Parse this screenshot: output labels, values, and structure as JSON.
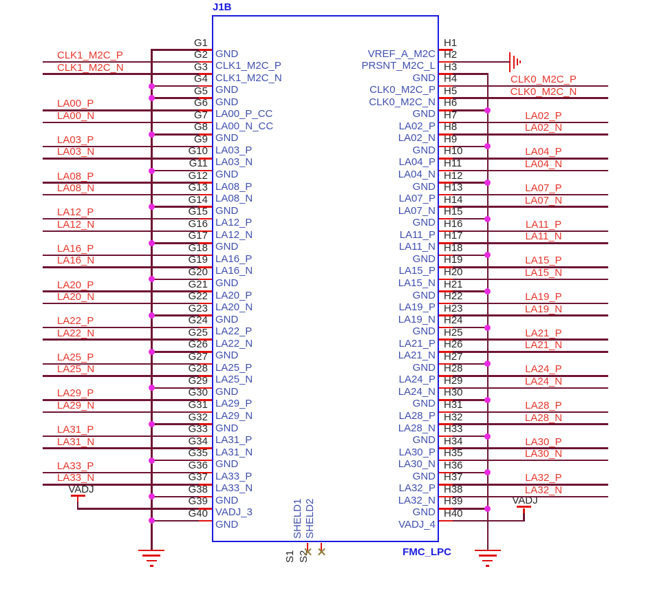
{
  "connector": {
    "refdes": "J1B",
    "part": "FMC_LPC",
    "vadj_left": "VADJ",
    "vadj_right": "VADJ",
    "shield_pins": [
      {
        "n": "S1",
        "name": "SHELD1"
      },
      {
        "n": "S2",
        "name": "SHELD2"
      }
    ],
    "left_pins": [
      {
        "n": "G1",
        "name": "GND",
        "conn": "bus",
        "dot": false
      },
      {
        "n": "G2",
        "name": "CLK1_M2C_P",
        "net": "CLK1_M2C_P",
        "conn": "edge"
      },
      {
        "n": "G3",
        "name": "CLK1_M2C_N",
        "net": "CLK1_M2C_N",
        "conn": "edge"
      },
      {
        "n": "G4",
        "name": "GND",
        "conn": "bus",
        "dot": true
      },
      {
        "n": "G5",
        "name": "GND",
        "conn": "bus",
        "dot": true
      },
      {
        "n": "G6",
        "name": "LA00_P_CC",
        "net": "LA00_P",
        "conn": "edge"
      },
      {
        "n": "G7",
        "name": "LA00_N_CC",
        "net": "LA00_N",
        "conn": "edge"
      },
      {
        "n": "G8",
        "name": "GND",
        "conn": "bus",
        "dot": true
      },
      {
        "n": "G9",
        "name": "LA03_P",
        "net": "LA03_P",
        "conn": "edge"
      },
      {
        "n": "G10",
        "name": "LA03_N",
        "net": "LA03_N",
        "conn": "edge"
      },
      {
        "n": "G11",
        "name": "GND",
        "conn": "bus",
        "dot": true
      },
      {
        "n": "G12",
        "name": "LA08_P",
        "net": "LA08_P",
        "conn": "edge"
      },
      {
        "n": "G13",
        "name": "LA08_N",
        "net": "LA08_N",
        "conn": "edge"
      },
      {
        "n": "G14",
        "name": "GND",
        "conn": "bus",
        "dot": true
      },
      {
        "n": "G15",
        "name": "LA12_P",
        "net": "LA12_P",
        "conn": "edge"
      },
      {
        "n": "G16",
        "name": "LA12_N",
        "net": "LA12_N",
        "conn": "edge"
      },
      {
        "n": "G17",
        "name": "GND",
        "conn": "bus",
        "dot": true
      },
      {
        "n": "G18",
        "name": "LA16_P",
        "net": "LA16_P",
        "conn": "edge"
      },
      {
        "n": "G19",
        "name": "LA16_N",
        "net": "LA16_N",
        "conn": "edge"
      },
      {
        "n": "G20",
        "name": "GND",
        "conn": "bus",
        "dot": true
      },
      {
        "n": "G21",
        "name": "LA20_P",
        "net": "LA20_P",
        "conn": "edge"
      },
      {
        "n": "G22",
        "name": "LA20_N",
        "net": "LA20_N",
        "conn": "edge"
      },
      {
        "n": "G23",
        "name": "GND",
        "conn": "bus",
        "dot": true
      },
      {
        "n": "G24",
        "name": "LA22_P",
        "net": "LA22_P",
        "conn": "edge"
      },
      {
        "n": "G25",
        "name": "LA22_N",
        "net": "LA22_N",
        "conn": "edge"
      },
      {
        "n": "G26",
        "name": "GND",
        "conn": "bus",
        "dot": true
      },
      {
        "n": "G27",
        "name": "LA25_P",
        "net": "LA25_P",
        "conn": "edge"
      },
      {
        "n": "G28",
        "name": "LA25_N",
        "net": "LA25_N",
        "conn": "edge"
      },
      {
        "n": "G29",
        "name": "GND",
        "conn": "bus",
        "dot": true
      },
      {
        "n": "G30",
        "name": "LA29_P",
        "net": "LA29_P",
        "conn": "edge"
      },
      {
        "n": "G31",
        "name": "LA29_N",
        "net": "LA29_N",
        "conn": "edge"
      },
      {
        "n": "G32",
        "name": "GND",
        "conn": "bus",
        "dot": true
      },
      {
        "n": "G33",
        "name": "LA31_P",
        "net": "LA31_P",
        "conn": "edge"
      },
      {
        "n": "G34",
        "name": "LA31_N",
        "net": "LA31_N",
        "conn": "edge"
      },
      {
        "n": "G35",
        "name": "GND",
        "conn": "bus",
        "dot": true
      },
      {
        "n": "G36",
        "name": "LA33_P",
        "net": "LA33_P",
        "conn": "edge"
      },
      {
        "n": "G37",
        "name": "LA33_N",
        "net": "LA33_N",
        "conn": "edge"
      },
      {
        "n": "G38",
        "name": "GND",
        "conn": "bus",
        "dot": true
      },
      {
        "n": "G39",
        "name": "VADJ_3",
        "conn": "vadj"
      },
      {
        "n": "G40",
        "name": "GND",
        "conn": "bus",
        "dot": true
      }
    ],
    "right_pins": [
      {
        "n": "H1",
        "name": "VREF_A_M2C",
        "conn": "none"
      },
      {
        "n": "H2",
        "name": "PRSNT_M2C_L",
        "conn": "chassis"
      },
      {
        "n": "H3",
        "name": "GND",
        "conn": "bus",
        "dot": false
      },
      {
        "n": "H4",
        "name": "CLK0_M2C_P",
        "net": "CLK0_M2C_P",
        "conn": "edge"
      },
      {
        "n": "H5",
        "name": "CLK0_M2C_N",
        "net": "CLK0_M2C_N",
        "conn": "edge"
      },
      {
        "n": "H6",
        "name": "GND",
        "conn": "bus",
        "dot": true
      },
      {
        "n": "H7",
        "name": "LA02_P",
        "net": "LA02_P",
        "conn": "edge"
      },
      {
        "n": "H8",
        "name": "LA02_N",
        "net": "LA02_N",
        "conn": "edge"
      },
      {
        "n": "H9",
        "name": "GND",
        "conn": "bus",
        "dot": true
      },
      {
        "n": "H10",
        "name": "LA04_P",
        "net": "LA04_P",
        "conn": "edge"
      },
      {
        "n": "H11",
        "name": "LA04_N",
        "net": "LA04_N",
        "conn": "edge"
      },
      {
        "n": "H12",
        "name": "GND",
        "conn": "bus",
        "dot": true
      },
      {
        "n": "H13",
        "name": "LA07_P",
        "net": "LA07_P",
        "conn": "edge"
      },
      {
        "n": "H14",
        "name": "LA07_N",
        "net": "LA07_N",
        "conn": "edge"
      },
      {
        "n": "H15",
        "name": "GND",
        "conn": "bus",
        "dot": true
      },
      {
        "n": "H16",
        "name": "LA11_P",
        "net": "LA11_P",
        "conn": "edge"
      },
      {
        "n": "H17",
        "name": "LA11_N",
        "net": "LA11_N",
        "conn": "edge"
      },
      {
        "n": "H18",
        "name": "GND",
        "conn": "bus",
        "dot": true
      },
      {
        "n": "H19",
        "name": "LA15_P",
        "net": "LA15_P",
        "conn": "edge"
      },
      {
        "n": "H20",
        "name": "LA15_N",
        "net": "LA15_N",
        "conn": "edge"
      },
      {
        "n": "H21",
        "name": "GND",
        "conn": "bus",
        "dot": true
      },
      {
        "n": "H22",
        "name": "LA19_P",
        "net": "LA19_P",
        "conn": "edge"
      },
      {
        "n": "H23",
        "name": "LA19_N",
        "net": "LA19_N",
        "conn": "edge"
      },
      {
        "n": "H24",
        "name": "GND",
        "conn": "bus",
        "dot": true
      },
      {
        "n": "H25",
        "name": "LA21_P",
        "net": "LA21_P",
        "conn": "edge"
      },
      {
        "n": "H26",
        "name": "LA21_N",
        "net": "LA21_N",
        "conn": "edge"
      },
      {
        "n": "H27",
        "name": "GND",
        "conn": "bus",
        "dot": true
      },
      {
        "n": "H28",
        "name": "LA24_P",
        "net": "LA24_P",
        "conn": "edge"
      },
      {
        "n": "H29",
        "name": "LA24_N",
        "net": "LA24_N",
        "conn": "edge"
      },
      {
        "n": "H30",
        "name": "GND",
        "conn": "bus",
        "dot": true
      },
      {
        "n": "H31",
        "name": "LA28_P",
        "net": "LA28_P",
        "conn": "edge"
      },
      {
        "n": "H32",
        "name": "LA28_N",
        "net": "LA28_N",
        "conn": "edge"
      },
      {
        "n": "H33",
        "name": "GND",
        "conn": "bus",
        "dot": true
      },
      {
        "n": "H34",
        "name": "LA30_P",
        "net": "LA30_P",
        "conn": "edge"
      },
      {
        "n": "H35",
        "name": "LA30_N",
        "net": "LA30_N",
        "conn": "edge"
      },
      {
        "n": "H36",
        "name": "GND",
        "conn": "bus",
        "dot": true
      },
      {
        "n": "H37",
        "name": "LA32_P",
        "net": "LA32_P",
        "conn": "edge"
      },
      {
        "n": "H38",
        "name": "LA32_N",
        "net": "LA32_N",
        "conn": "edge"
      },
      {
        "n": "H39",
        "name": "GND",
        "conn": "bus",
        "dot": true
      },
      {
        "n": "H40",
        "name": "VADJ_4",
        "conn": "vadj"
      }
    ]
  },
  "colors": {
    "wire": "#6e1433",
    "pin_stub_red": "#e01010",
    "net_label_red": "#e5352b",
    "symbol_blue": "#1a1ae0",
    "pin_name_blue": "#3f4fae",
    "pin_number_black": "#262626",
    "junction_magenta": "#e829e0",
    "no_connect_olive": "#8f7a35"
  }
}
